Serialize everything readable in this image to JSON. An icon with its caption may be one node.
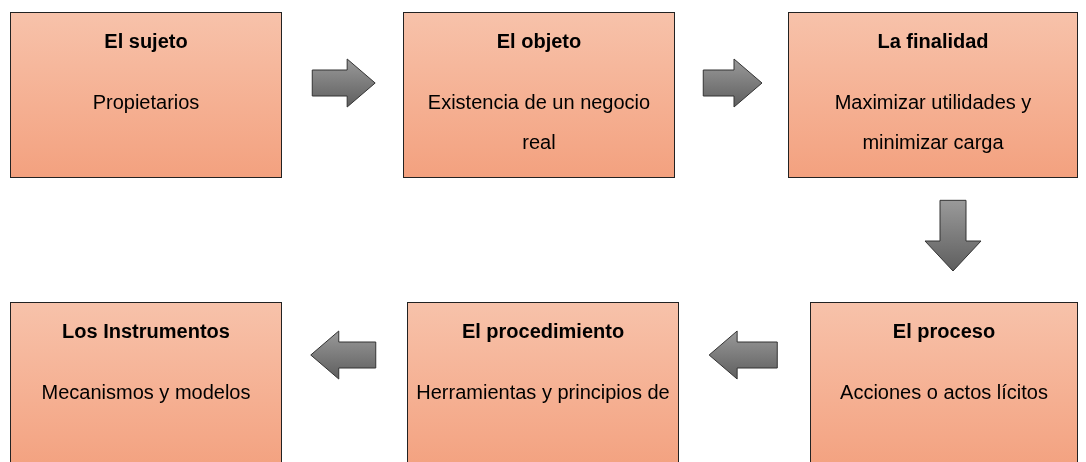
{
  "diagram": {
    "nodes": [
      {
        "text": [
          "El sujeto",
          "Propietarios"
        ]
      },
      {
        "text": [
          "El objeto",
          "Existencia de un negocio real"
        ]
      },
      {
        "text": [
          "La finalidad",
          "Maximizar utilidades y minimizar carga"
        ]
      },
      {
        "text": [
          "El proceso",
          "Acciones o actos lícitos"
        ]
      },
      {
        "text": [
          "El procedimiento",
          "Herramientas y principios de"
        ]
      },
      {
        "text": [
          "Los Instrumentos",
          "Mecanismos y modelos"
        ]
      }
    ],
    "edges": [
      {
        "from": 0,
        "to": 1,
        "arrow": "to"
      },
      {
        "from": 1,
        "to": 2,
        "arrow": "to"
      },
      {
        "from": 2,
        "to": 3,
        "arrow": "to"
      },
      {
        "from": 3,
        "to": 4,
        "arrow": "to"
      },
      {
        "from": 4,
        "to": 5,
        "arrow": "to"
      }
    ]
  }
}
